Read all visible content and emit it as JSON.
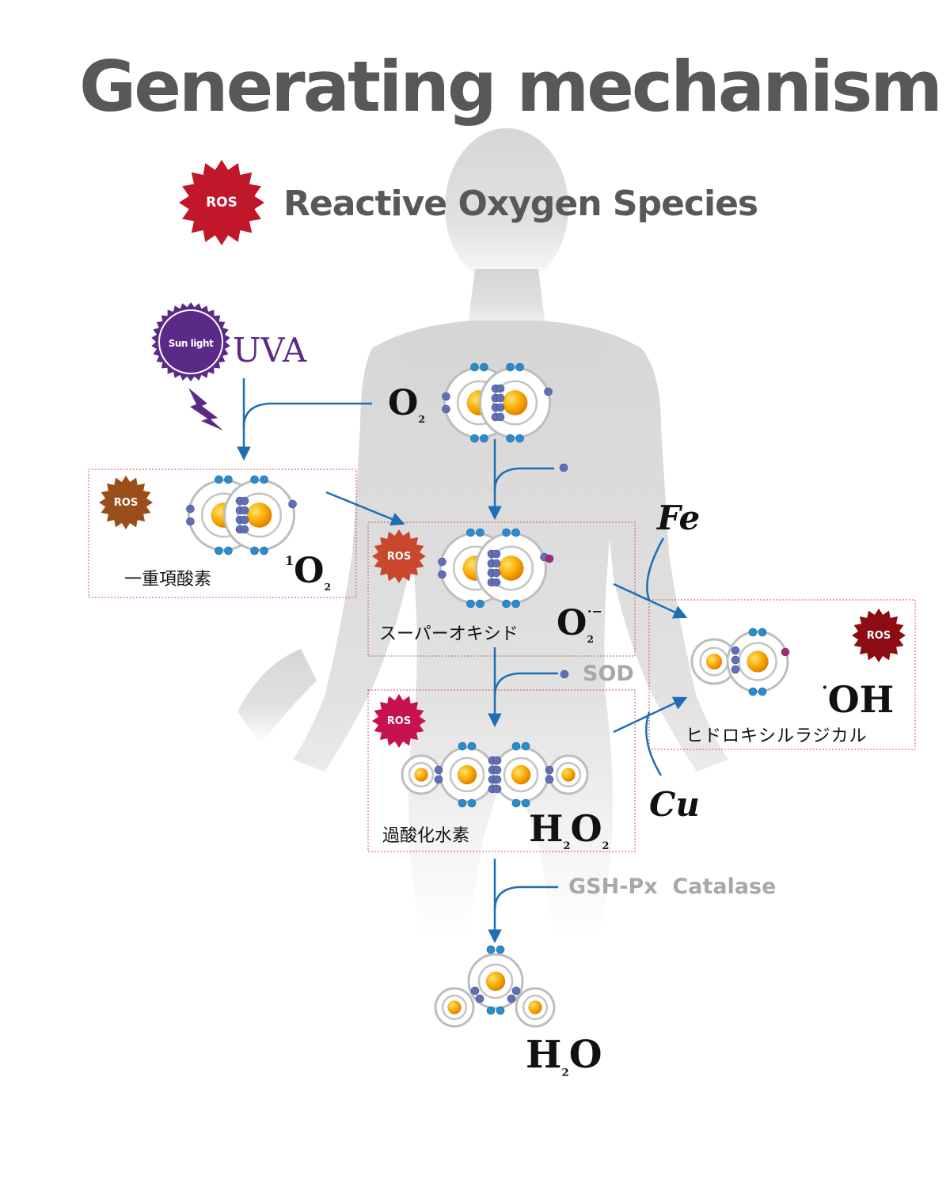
{
  "header": {
    "title": "Generating mechanism",
    "subtitle": "Reactive Oxygen Species",
    "badge_label": "ROS"
  },
  "sunlight": {
    "badge_label": "Sun light",
    "uva_label": "UVA"
  },
  "nodes": {
    "oxygen": {
      "formula_main": "O",
      "formula_sub": "2"
    },
    "singlet_oxygen": {
      "badge_label": "ROS",
      "name": "一重項酸素",
      "formula_sup": "1",
      "formula_main": "O",
      "formula_sub": "2"
    },
    "superoxide": {
      "badge_label": "ROS",
      "name": "スーパーオキシド",
      "formula_main": "O",
      "formula_sub": "2",
      "formula_sup": "·−"
    },
    "hydrogen_peroxide": {
      "badge_label": "ROS",
      "name": "過酸化水素",
      "formula_h": "H",
      "formula_h_sub": "2",
      "formula_o": "O",
      "formula_o_sub": "2"
    },
    "hydroxyl_radical": {
      "badge_label": "ROS",
      "name": "ヒドロキシルラジカル",
      "formula_dot": "·",
      "formula_main": "OH"
    },
    "water": {
      "formula_h": "H",
      "formula_h_sub": "2",
      "formula_o": "O"
    }
  },
  "catalysts": {
    "fe": "Fe",
    "cu": "Cu"
  },
  "enzymes": {
    "sod": "SOD",
    "gsh": "GSH-Px  Catalase"
  },
  "colors": {
    "title_text": "#58585a",
    "uva_purple": "#5b2a86",
    "arrow_blue": "#1f6db5",
    "box_border": "#d9534f",
    "badge_header": "#c0172b",
    "badge_singlet": "#9a4e1c",
    "badge_superoxide": "#c9472b",
    "badge_peroxide": "#c8124e",
    "badge_hydroxyl": "#8b0c12",
    "nucleus": "#f6a800",
    "electron": "#2a8ccd",
    "shared_electron": "#6b6bb5",
    "radical_electron": "#b0246a",
    "silhouette": "#d6d6d6"
  }
}
